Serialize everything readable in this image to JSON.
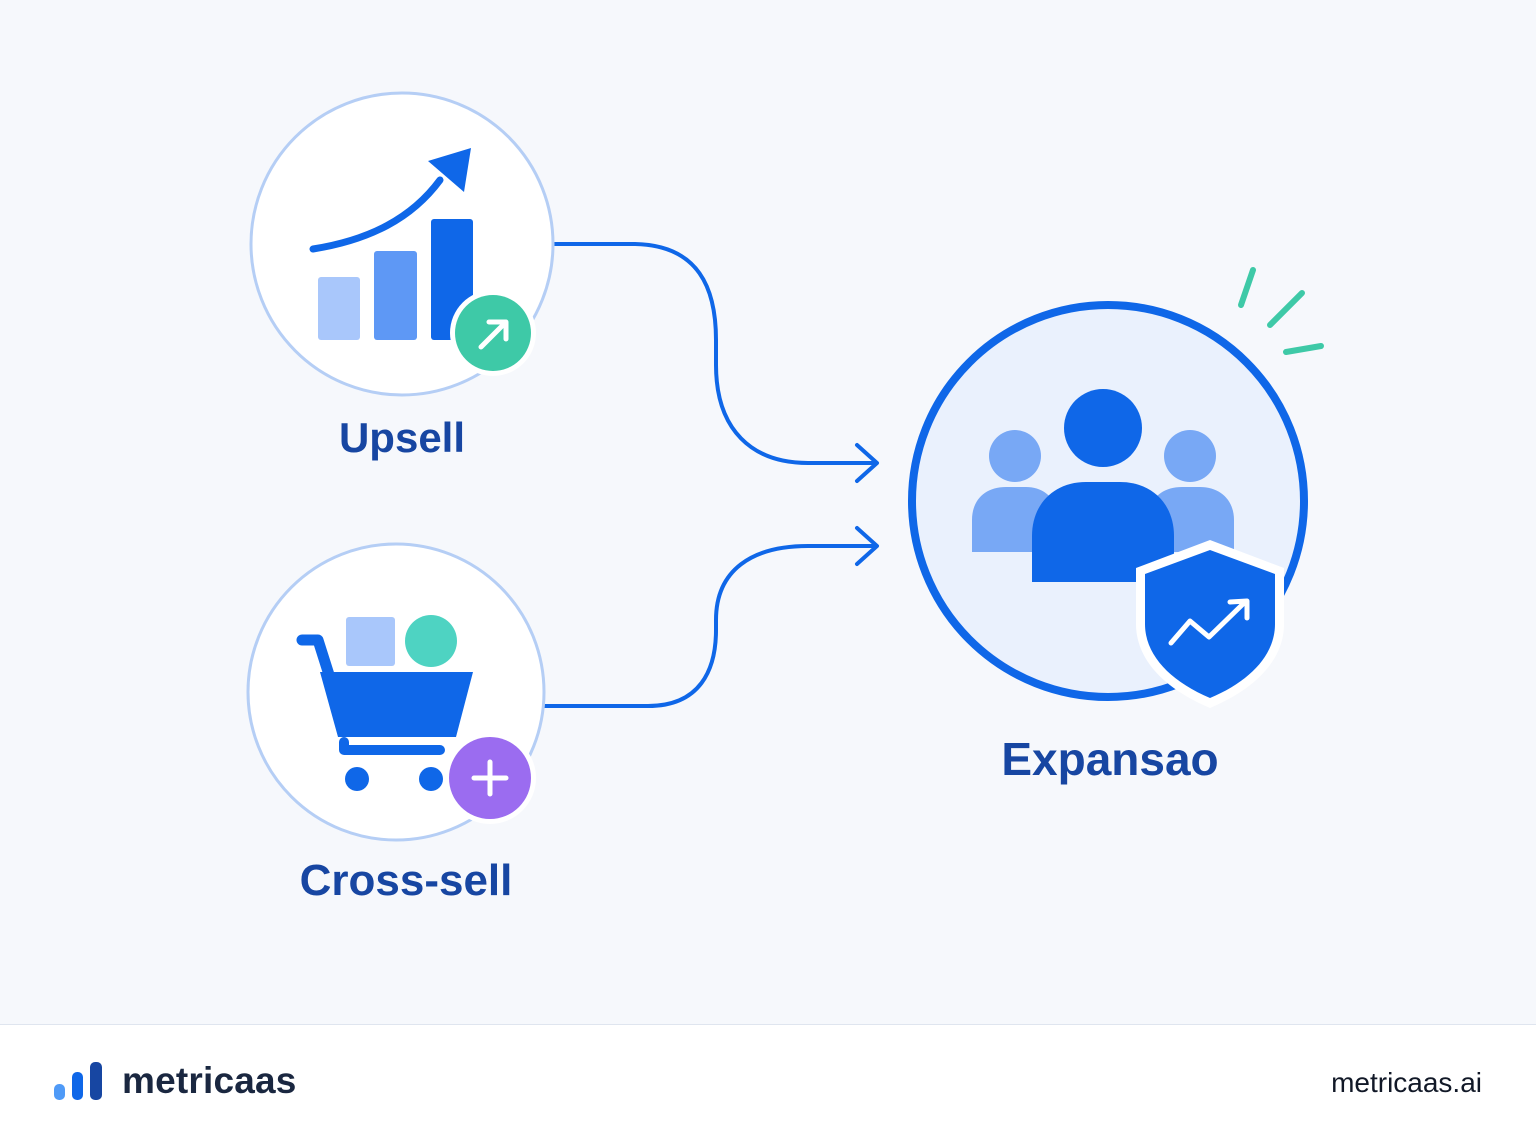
{
  "nodes": {
    "upsell": {
      "label": "Upsell",
      "icon": "growth-bar-chart-icon",
      "badge_icon": "arrow-up-right-icon",
      "badge_color": "#3ec9a7"
    },
    "cross_sell": {
      "label": "Cross-sell",
      "icon": "shopping-cart-icon",
      "badge_icon": "plus-icon",
      "badge_color": "#9b6cf0"
    },
    "expansion": {
      "label": "Expansao",
      "icon": "user-group-icon",
      "badge_icon": "shield-trend-icon"
    }
  },
  "edges": [
    {
      "from": "Upsell",
      "to": "Expansao"
    },
    {
      "from": "Cross-sell",
      "to": "Expansao"
    }
  ],
  "colors": {
    "primary": "#0f67e8",
    "label": "#1746a2",
    "accent_teal": "#3ec9a7",
    "accent_purple": "#9b6cf0",
    "light_blue": "#a9c7fb",
    "background": "#f6f8fc"
  },
  "footer": {
    "brand": "metricaas",
    "brand_icon": "bar-chart-logo-icon",
    "domain": "metricaas.ai"
  }
}
